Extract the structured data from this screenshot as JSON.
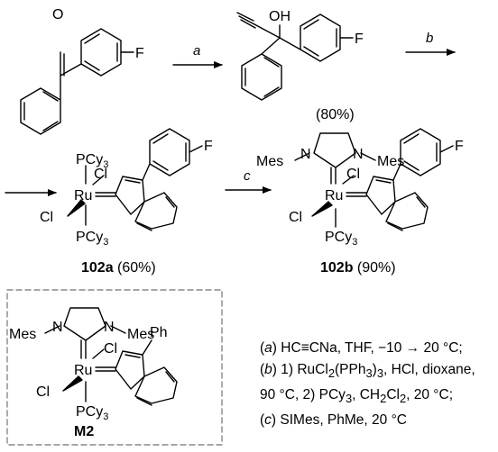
{
  "atoms": {
    "F": "F",
    "OH": "OH",
    "Cl": "Cl",
    "Ru": "Ru",
    "PCy3_base": "PCy",
    "PCy3_sub": "3",
    "N": "N",
    "Mes": "Mes",
    "Ph": "Ph"
  },
  "labels": {
    "step_a": "a",
    "step_b": "b",
    "step_c": "c",
    "yield_alkynol": "(80%)",
    "c102a_name": "102a",
    "c102a_yield": " (60%)",
    "c102b_name": "102b",
    "c102b_yield": " (90%)",
    "m2_name": "M2"
  },
  "conditions": {
    "a_key": "a",
    "a_text": "HC≡CNa, THF, −10 → 20 °C;",
    "b_key": "b",
    "b_text1_pre": "1) RuCl",
    "b_text1_sub1": "2",
    "b_text1_mid": "(PPh",
    "b_text1_sub2": "3",
    "b_text1_post": ")",
    "b_text1_sub3": "3",
    "b_text1_end": ", HCl, dioxane,",
    "b_text2_pre": "90 °C, 2) PCy",
    "b_text2_sub1": "3",
    "b_text2_mid": ", CH",
    "b_text2_sub2": "2",
    "b_text2_mid2": "Cl",
    "b_text2_sub3": "2",
    "b_text2_end": ", 20 °C;",
    "c_key": "c",
    "c_text": "SIMes, PhMe, 20 °C"
  }
}
